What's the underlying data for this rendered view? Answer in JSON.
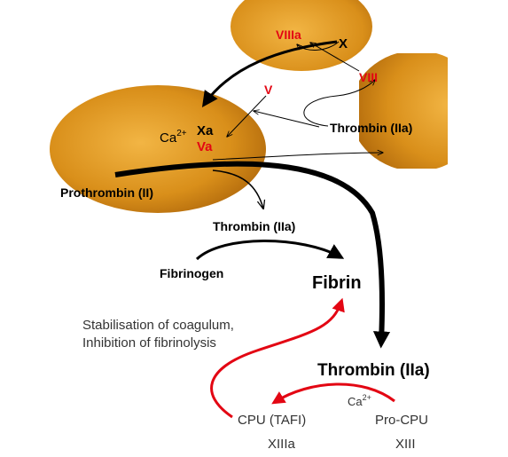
{
  "colors": {
    "blob_light": "#f2b544",
    "blob_mid": "#d98f1a",
    "blob_dark": "#a55e08",
    "red": "#e30613",
    "dark_red": "#b81c1c",
    "black": "#000000",
    "gray_text": "#333333"
  },
  "labels": {
    "viiia": "VIIIa",
    "x": "X",
    "viii": "VIII",
    "v": "V",
    "ca": "Ca",
    "ca_sup": "2+",
    "xa": "Xa",
    "va": "Va",
    "thrombin_right": "Thrombin (IIa)",
    "prothrombin": "Prothrombin (II)",
    "thrombin_mid": "Thrombin (IIa)",
    "fibrinogen": "Fibrinogen",
    "fibrin": "Fibrin",
    "stabilisation_line1": "Stabilisation of coagulum,",
    "stabilisation_line2": "Inhibition of fibrinolysis",
    "thrombin_big": "Thrombin (IIa)",
    "ca_bottom": "Ca",
    "ca_bottom_sup": "2+",
    "cpu": "CPU (TAFI)",
    "procpu": "Pro-CPU",
    "xiiia": "XIIIa",
    "xiii": "XIII"
  }
}
